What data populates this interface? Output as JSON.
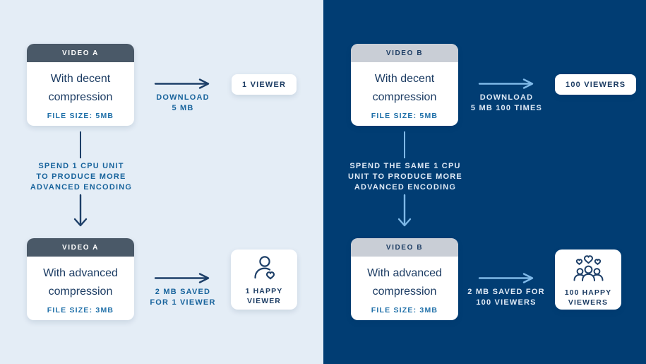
{
  "colors": {
    "left_panel_bg": "#e4edf6",
    "right_panel_bg": "#013d73",
    "card_bg": "#ffffff",
    "card_header_dark_slate": "#4a5968",
    "card_header_light_gray": "#c9ced6",
    "navy_text": "#1c3c63",
    "file_size_blue": "#1e6fa8",
    "label_blue": "#17639c",
    "label_light": "#dfeaf6",
    "arrow_navy": "#1d3f68",
    "arrow_light_blue": "#7fb9e8"
  },
  "panels": [
    {
      "id": "video-a",
      "top_card": {
        "header": "VIDEO A",
        "title": "With decent\ncompression",
        "file_size": "FILE SIZE: 5MB"
      },
      "top_flow": {
        "arrow_icon": "arrow-right-icon",
        "arrow_label": "DOWNLOAD\n5 MB",
        "result_badge": "1 VIEWER"
      },
      "cpu_step": {
        "label": "SPEND 1 CPU UNIT\nTO PRODUCE MORE\nADVANCED ENCODING",
        "arrow_icon": "arrow-down-icon"
      },
      "bottom_card": {
        "header": "VIDEO A",
        "title": "With advanced\ncompression",
        "file_size": "FILE SIZE: 3MB"
      },
      "bottom_flow": {
        "arrow_icon": "arrow-right-icon",
        "arrow_label": "2 MB SAVED\nFOR 1 VIEWER",
        "result_icon": "happy-viewer-icon",
        "result_label": "1 HAPPY\nVIEWER"
      }
    },
    {
      "id": "video-b",
      "top_card": {
        "header": "VIDEO B",
        "title": "With decent\ncompression",
        "file_size": "FILE SIZE: 5MB"
      },
      "top_flow": {
        "arrow_icon": "arrow-right-icon",
        "arrow_label": "DOWNLOAD\n5 MB 100 TIMES",
        "result_badge": "100 VIEWERS"
      },
      "cpu_step": {
        "label": "SPEND THE SAME 1 CPU\nUNIT TO PRODUCE MORE\nADVANCED ENCODING",
        "arrow_icon": "arrow-down-icon"
      },
      "bottom_card": {
        "header": "VIDEO B",
        "title": "With advanced\ncompression",
        "file_size": "FILE SIZE: 3MB"
      },
      "bottom_flow": {
        "arrow_icon": "arrow-right-icon",
        "arrow_label": "2 MB SAVED FOR\n100 VIEWERS",
        "result_icon": "happy-viewers-group-icon",
        "result_label": "100 HAPPY\nVIEWERS"
      }
    }
  ]
}
